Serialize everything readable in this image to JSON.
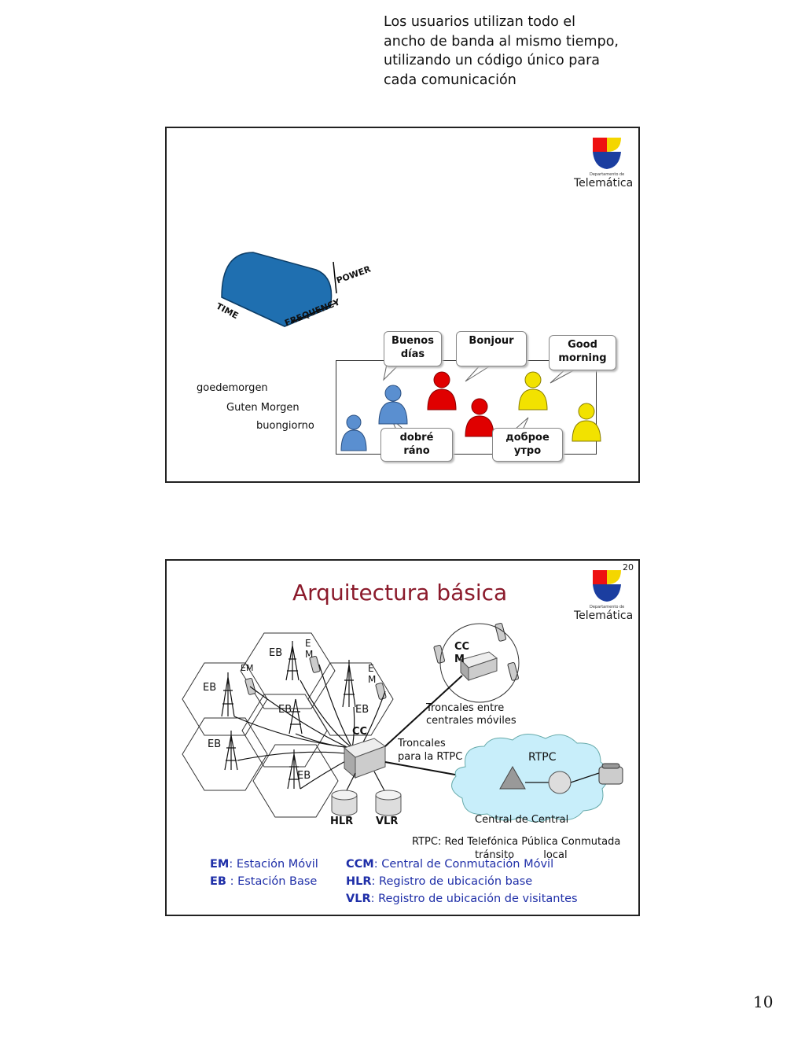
{
  "intro_text": "Los usuarios utilizan todo el ancho de banda al mismo tiempo, utilizando un código único para cada comunicación",
  "logo": {
    "sub": "Departamento de",
    "name": "Telemática"
  },
  "slide1": {
    "power_label": "POWER",
    "time_label": "TIME",
    "frequency_label": "FREQUENCY",
    "greetings": [
      "goedemorgen",
      "Guten Morgen",
      "buongiorno"
    ],
    "bubbles": {
      "buenos_1": "Buenos",
      "buenos_2": "días",
      "bonjour": "Bonjour",
      "good_1": "Good",
      "good_2": "morning",
      "dobre_1": "dobré",
      "dobre_2": "ráno",
      "dobroe_1": "доброе",
      "dobroe_2": "утро"
    }
  },
  "slide2": {
    "number": "20",
    "title": "Arquitectura básica",
    "cells": {
      "eb": "EB",
      "em": "EM",
      "e": "E",
      "m": "M"
    },
    "ccm_1": "CC",
    "ccm_2": "M",
    "cc": "CC",
    "troncales_moviles_1": "Troncales entre",
    "troncales_moviles_2": "centrales móviles",
    "troncales_rtpc_1": "Troncales",
    "troncales_rtpc_2": "para la RTPC",
    "rtpc": "RTPC",
    "central_1": "Central de Central",
    "central_2": "tránsito         local",
    "hlr": "HLR",
    "vlr": "VLR",
    "rtpc_def": "RTPC: Red Telefónica Pública Conmutada",
    "legend": {
      "em_abbr": "EM",
      "em_def": ": Estación Móvil",
      "eb_abbr": "EB",
      "eb_def": " : Estación Base",
      "ccm_abbr": "CCM",
      "ccm_def": ": Central de Conmutación Móvil",
      "hlr_abbr": "HLR",
      "hlr_def": ": Registro de ubicación base",
      "vlr_abbr": "VLR",
      "vlr_def": ": Registro de ubicación de visitantes"
    }
  },
  "page_number": "10",
  "colors": {
    "title": "#8b1a2b",
    "legend": "#1f2fa8",
    "wave": "#1f6fb0",
    "person_red": "#e00000",
    "person_yellow": "#f2e200",
    "person_blue": "#5a8fd0",
    "cloud": "#c8eefa"
  }
}
